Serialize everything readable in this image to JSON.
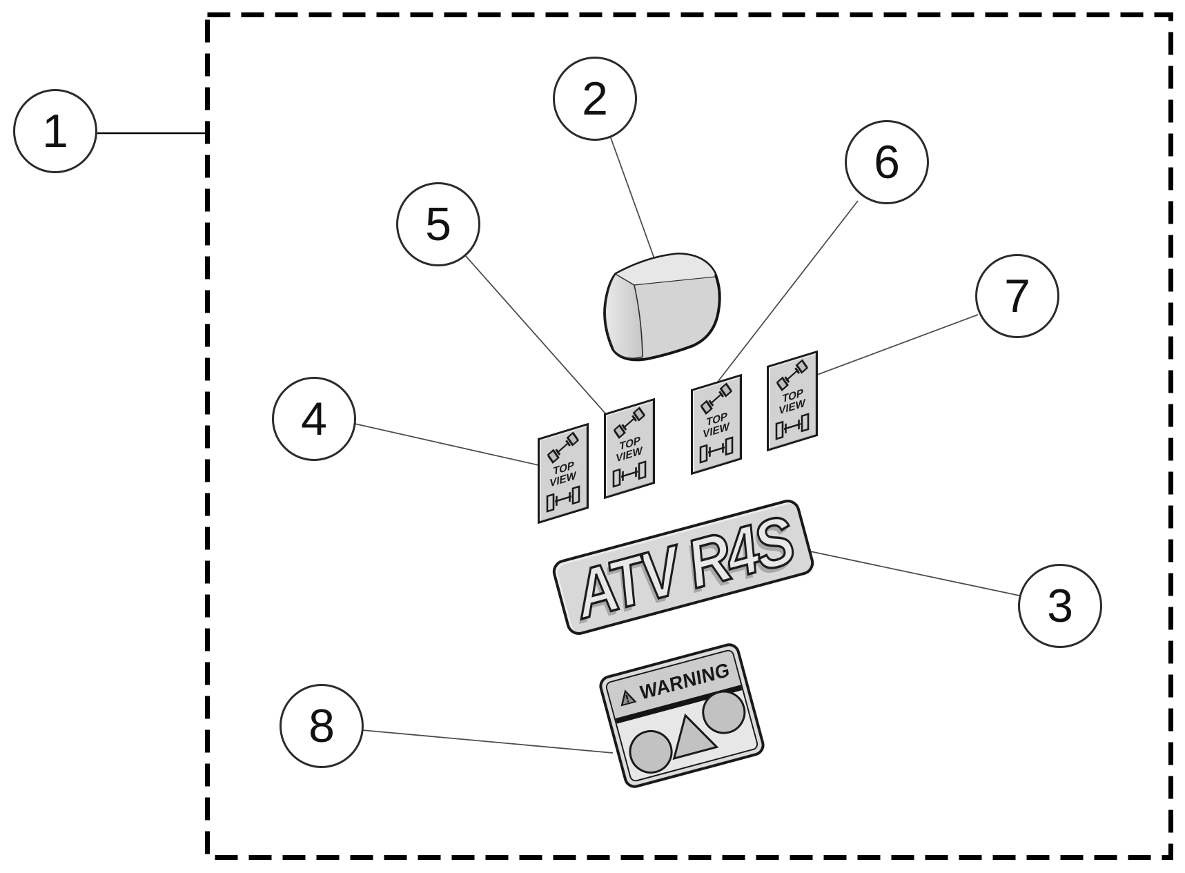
{
  "callouts": [
    {
      "number": "1"
    },
    {
      "number": "2"
    },
    {
      "number": "3"
    },
    {
      "number": "4"
    },
    {
      "number": "5"
    },
    {
      "number": "6"
    },
    {
      "number": "7"
    },
    {
      "number": "8"
    }
  ],
  "decals": {
    "top_view_line1": "TOP",
    "top_view_line2": "VIEW"
  },
  "logo": {
    "text": "ATV R4S"
  },
  "warning": {
    "text": "WARNING"
  },
  "colors": {
    "outline": "#1a1a1a",
    "decal_fill": "#d2d2d2",
    "plate_fill": "#d8d8d8",
    "pictogram_fill": "#c2c2c2",
    "leader_line": "#4d4d4d"
  }
}
